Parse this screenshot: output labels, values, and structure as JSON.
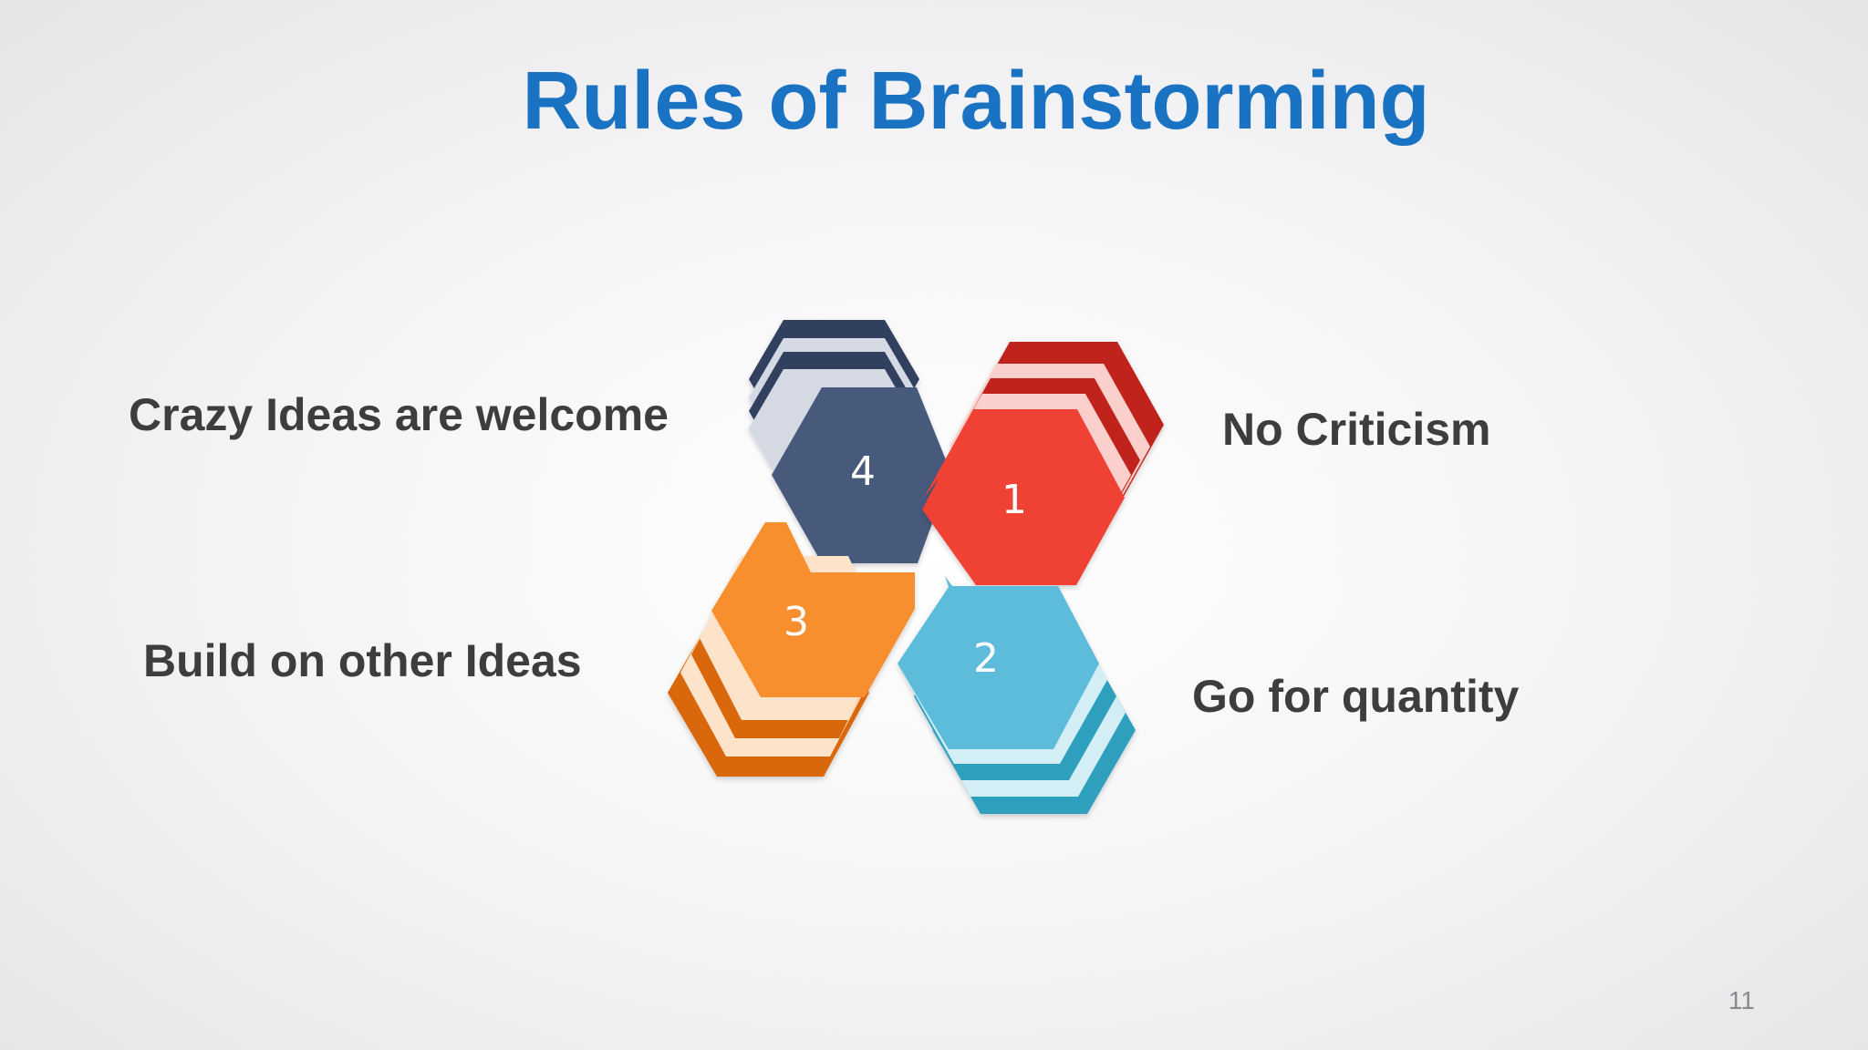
{
  "slide": {
    "title": "Rules of Brainstorming",
    "page_number": "11"
  },
  "rules": [
    {
      "number": "1",
      "text": "No Criticism",
      "color": "#ef4335",
      "stripe_color": "#c0221a",
      "highlight": "#fbd0cc"
    },
    {
      "number": "2",
      "text": "Go for quantity",
      "color": "#5bbcd9",
      "stripe_color": "#2e9fbd",
      "highlight": "#d3eef5"
    },
    {
      "number": "3",
      "text": "Build on other Ideas",
      "color": "#f78f2e",
      "stripe_color": "#d9680a",
      "highlight": "#fde3c9"
    },
    {
      "number": "4",
      "text": "Crazy Ideas are welcome",
      "color": "#475a7c",
      "stripe_color": "#32405e",
      "highlight": "#d4d9e3"
    }
  ],
  "colors": {
    "title": "#1a72c2",
    "label_text": "#3d3d40",
    "number_text": "#ffffff",
    "page_number": "#8a8a8e"
  }
}
